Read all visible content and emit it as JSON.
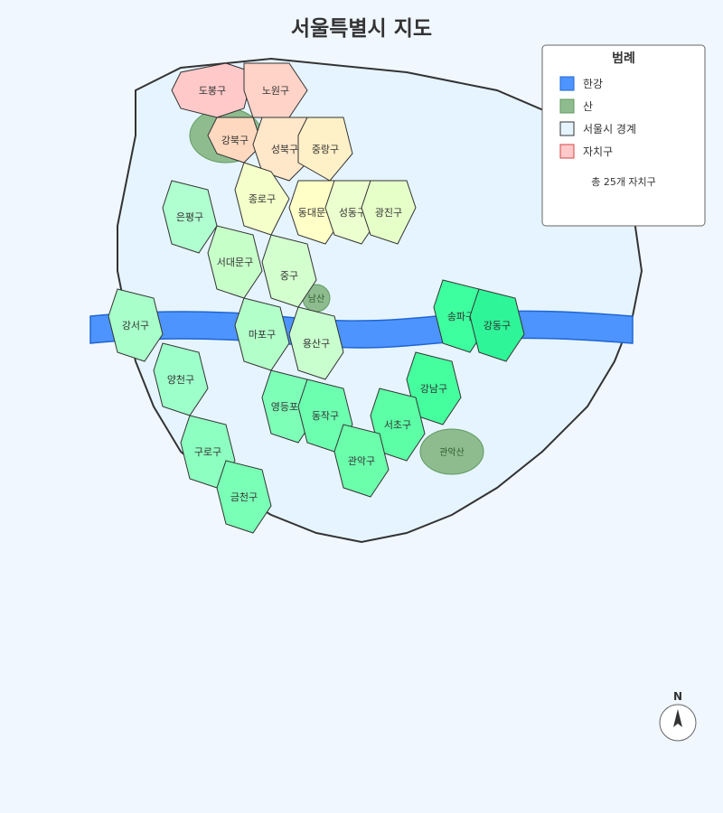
{
  "title": "서울특별시 지도",
  "colors": {
    "background": "#f0f7ff",
    "seoul_fill": "#e6f4ff",
    "seoul_stroke": "#333333",
    "river": "#4d94ff",
    "river_stroke": "#1f66d1",
    "mountain": "#8fbc8f",
    "mountain_stroke": "#5f9a5f"
  },
  "river": {
    "name": "한강"
  },
  "mountains": [
    {
      "id": "bukhansan",
      "label": ""
    },
    {
      "id": "namsan",
      "label": "남산"
    },
    {
      "id": "gwanaksan",
      "label": "관악산"
    }
  ],
  "districts": [
    {
      "id": "dobong",
      "label": "도봉구",
      "fill": "#ffc9c9"
    },
    {
      "id": "nowon",
      "label": "노원구",
      "fill": "#ffd3c7"
    },
    {
      "id": "gangbuk",
      "label": "강북구",
      "fill": "#ffd9bf"
    },
    {
      "id": "seongbuk",
      "label": "성북구",
      "fill": "#ffe7c9"
    },
    {
      "id": "jungnang",
      "label": "중랑구",
      "fill": "#fff1c7"
    },
    {
      "id": "jongno",
      "label": "종로구",
      "fill": "#f4ffc9"
    },
    {
      "id": "dongdaemun",
      "label": "동대문구",
      "fill": "#ffffc7"
    },
    {
      "id": "seongdong",
      "label": "성동구",
      "fill": "#ecffcf"
    },
    {
      "id": "gwangjin",
      "label": "광진구",
      "fill": "#e6ffc9"
    },
    {
      "id": "eunpyeong",
      "label": "은평구",
      "fill": "#b0ffd0"
    },
    {
      "id": "seodaemun",
      "label": "서대문구",
      "fill": "#c7ffc9"
    },
    {
      "id": "junggu",
      "label": "중구",
      "fill": "#d3ffcf"
    },
    {
      "id": "gangseo",
      "label": "강서구",
      "fill": "#a8ffc9"
    },
    {
      "id": "mapo",
      "label": "마포구",
      "fill": "#b3ffc9"
    },
    {
      "id": "yongsan",
      "label": "용산구",
      "fill": "#c9ffcf"
    },
    {
      "id": "songpa",
      "label": "송파구",
      "fill": "#3dff9f"
    },
    {
      "id": "gangdong",
      "label": "강동구",
      "fill": "#2ef598"
    },
    {
      "id": "yangcheon",
      "label": "양천구",
      "fill": "#9dffc9"
    },
    {
      "id": "gangnam",
      "label": "강남구",
      "fill": "#45ff9f"
    },
    {
      "id": "yeongdeungpo",
      "label": "영등포구",
      "fill": "#7dffb8"
    },
    {
      "id": "dongjak",
      "label": "동작구",
      "fill": "#6dffb0"
    },
    {
      "id": "seocho",
      "label": "서초구",
      "fill": "#5cffa6"
    },
    {
      "id": "guro",
      "label": "구로구",
      "fill": "#8dffc0"
    },
    {
      "id": "gwanak",
      "label": "관악구",
      "fill": "#6bffac"
    },
    {
      "id": "geumcheon",
      "label": "금천구",
      "fill": "#7affb6"
    }
  ],
  "legend": {
    "title": "범례",
    "items": [
      {
        "label": "한강",
        "color": "#4d94ff",
        "stroke": "#1f66d1"
      },
      {
        "label": "산",
        "color": "#8fbc8f",
        "stroke": "#5f9a5f"
      },
      {
        "label": "서울시 경계",
        "color": "#e6f4ff",
        "stroke": "#333333"
      },
      {
        "label": "자치구",
        "color": "#ffc9c9",
        "stroke": "#d64545"
      }
    ],
    "note": "총 25개 자치구"
  },
  "compass": {
    "label": "N"
  }
}
